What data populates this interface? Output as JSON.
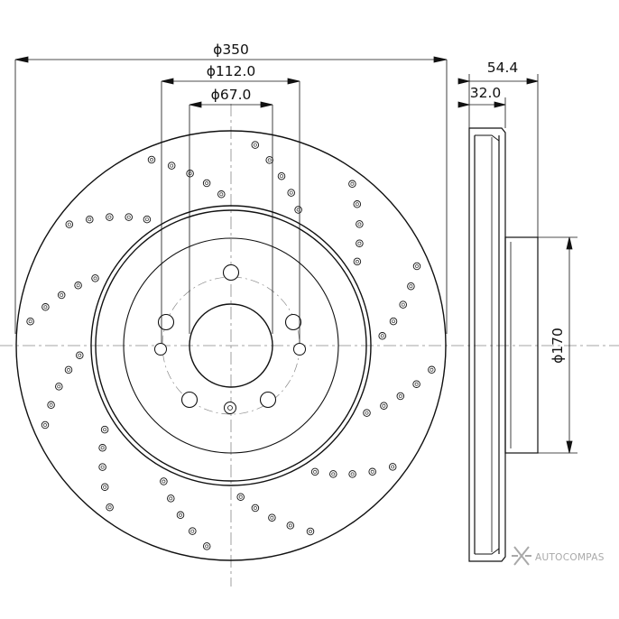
{
  "dimensions": {
    "outer_diameter": "ϕ350",
    "bolt_circle": "ϕ112.0",
    "center_bore": "ϕ67.0",
    "total_thickness": "54.4",
    "rotor_thickness": "32.0",
    "hat_diameter": "ϕ170"
  },
  "watermark": {
    "text": "AUTOCOMPAS",
    "logo": "autocompas-logo-icon"
  },
  "colors": {
    "line": "#111111",
    "centerline": "#888888",
    "watermark": "#9a9a9a"
  }
}
